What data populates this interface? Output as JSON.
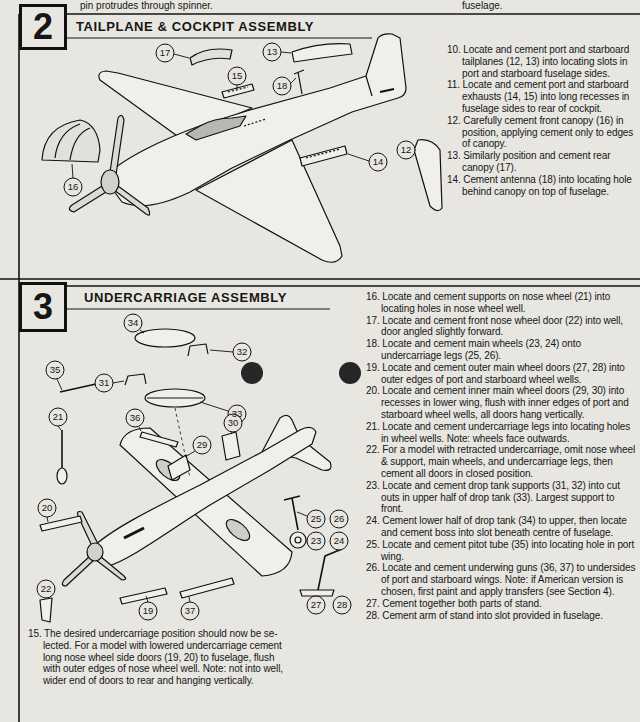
{
  "diagram": {
    "nodes": [
      {
        "text": [
          "2"
        ]
      },
      {
        "text": [
          "3"
        ]
      }
    ],
    "labels": [
      "pin protrudes through spinner.",
      "fuselage.",
      "TAILPLANE & COCKPIT ASSEMBLY",
      "17",
      "13",
      "15",
      "18",
      "16",
      "14",
      "12",
      "10. Locate and cement port and starboard tailplanes (12, 13) into locating slots in port and starboard fuselage sides.",
      "11. Locate and cement port and starboard exhausts (14, 15) into long recesses in fuselage sides to rear of cockpit.",
      "12. Carefully cement front canopy (16) in position, applying cement only to edges of canopy.",
      "13. Similarly position and cement rear canopy (17).",
      "14. Cement antenna (18) into locating hole behind canopy on top of fuselage.",
      "UNDERCARRIAGE ASSEMBLY",
      "16. Locate and cement supports on nose wheel (21) into locating holes in nose wheel well.",
      "17. Locate and cement front nose wheel door (22) into well, door angled slightly forward.",
      "18. Locate and cement main wheels (23, 24) onto undercarriage legs (25, 26).",
      "19. Locate and cement outer main wheel doors (27, 28) into outer edges of port and starboard wheel wells.",
      "20. Locate and cement inner main wheel doors (29, 30) into recesses in lower wing, flush with inner edges of port and starboard wheel wells, all doors hang vertically.",
      "21. Locate and cement undercarriage legs into locating holes in wheel wells. Note: wheels face outwards.",
      "22. For a model with retracted undercarriage, omit nose wheel & support, main wheels, and undercarriage legs, then cement all doors in closed position.",
      "23. Locate and cement drop tank supports (31, 32) into cut outs in upper half of drop tank (33). Largest support to front.",
      "24. Cement lower half of drop tank (34) to upper, then locate and cement boss into slot beneath centre of fuselage.",
      "25. Locate and cement pitot tube (35) into locating hole in port wing.",
      "26. Locate and cement underwing guns (36, 37) to undersides of port and starboard wings. Note: if American version is chosen, first paint and apply transfers (see Section 4).",
      "27. Cement together both parts of stand.",
      "28. Cement arm of stand into slot provided in fuselage.",
      "34",
      "32",
      "35",
      "31",
      "33",
      "21",
      "36",
      "29",
      "30",
      "20",
      "25",
      "26",
      "23",
      "24",
      "22",
      "19",
      "37",
      "27",
      "28",
      "15. The desired undercarriage position should now be se- lected. For a model with lowered undercarriage cement long nose wheel side doors (19, 20) to fuselage, flush with outer edges of nose wheel well. Note: not into well, wider end of doors to rear and hanging vertically."
    ]
  }
}
